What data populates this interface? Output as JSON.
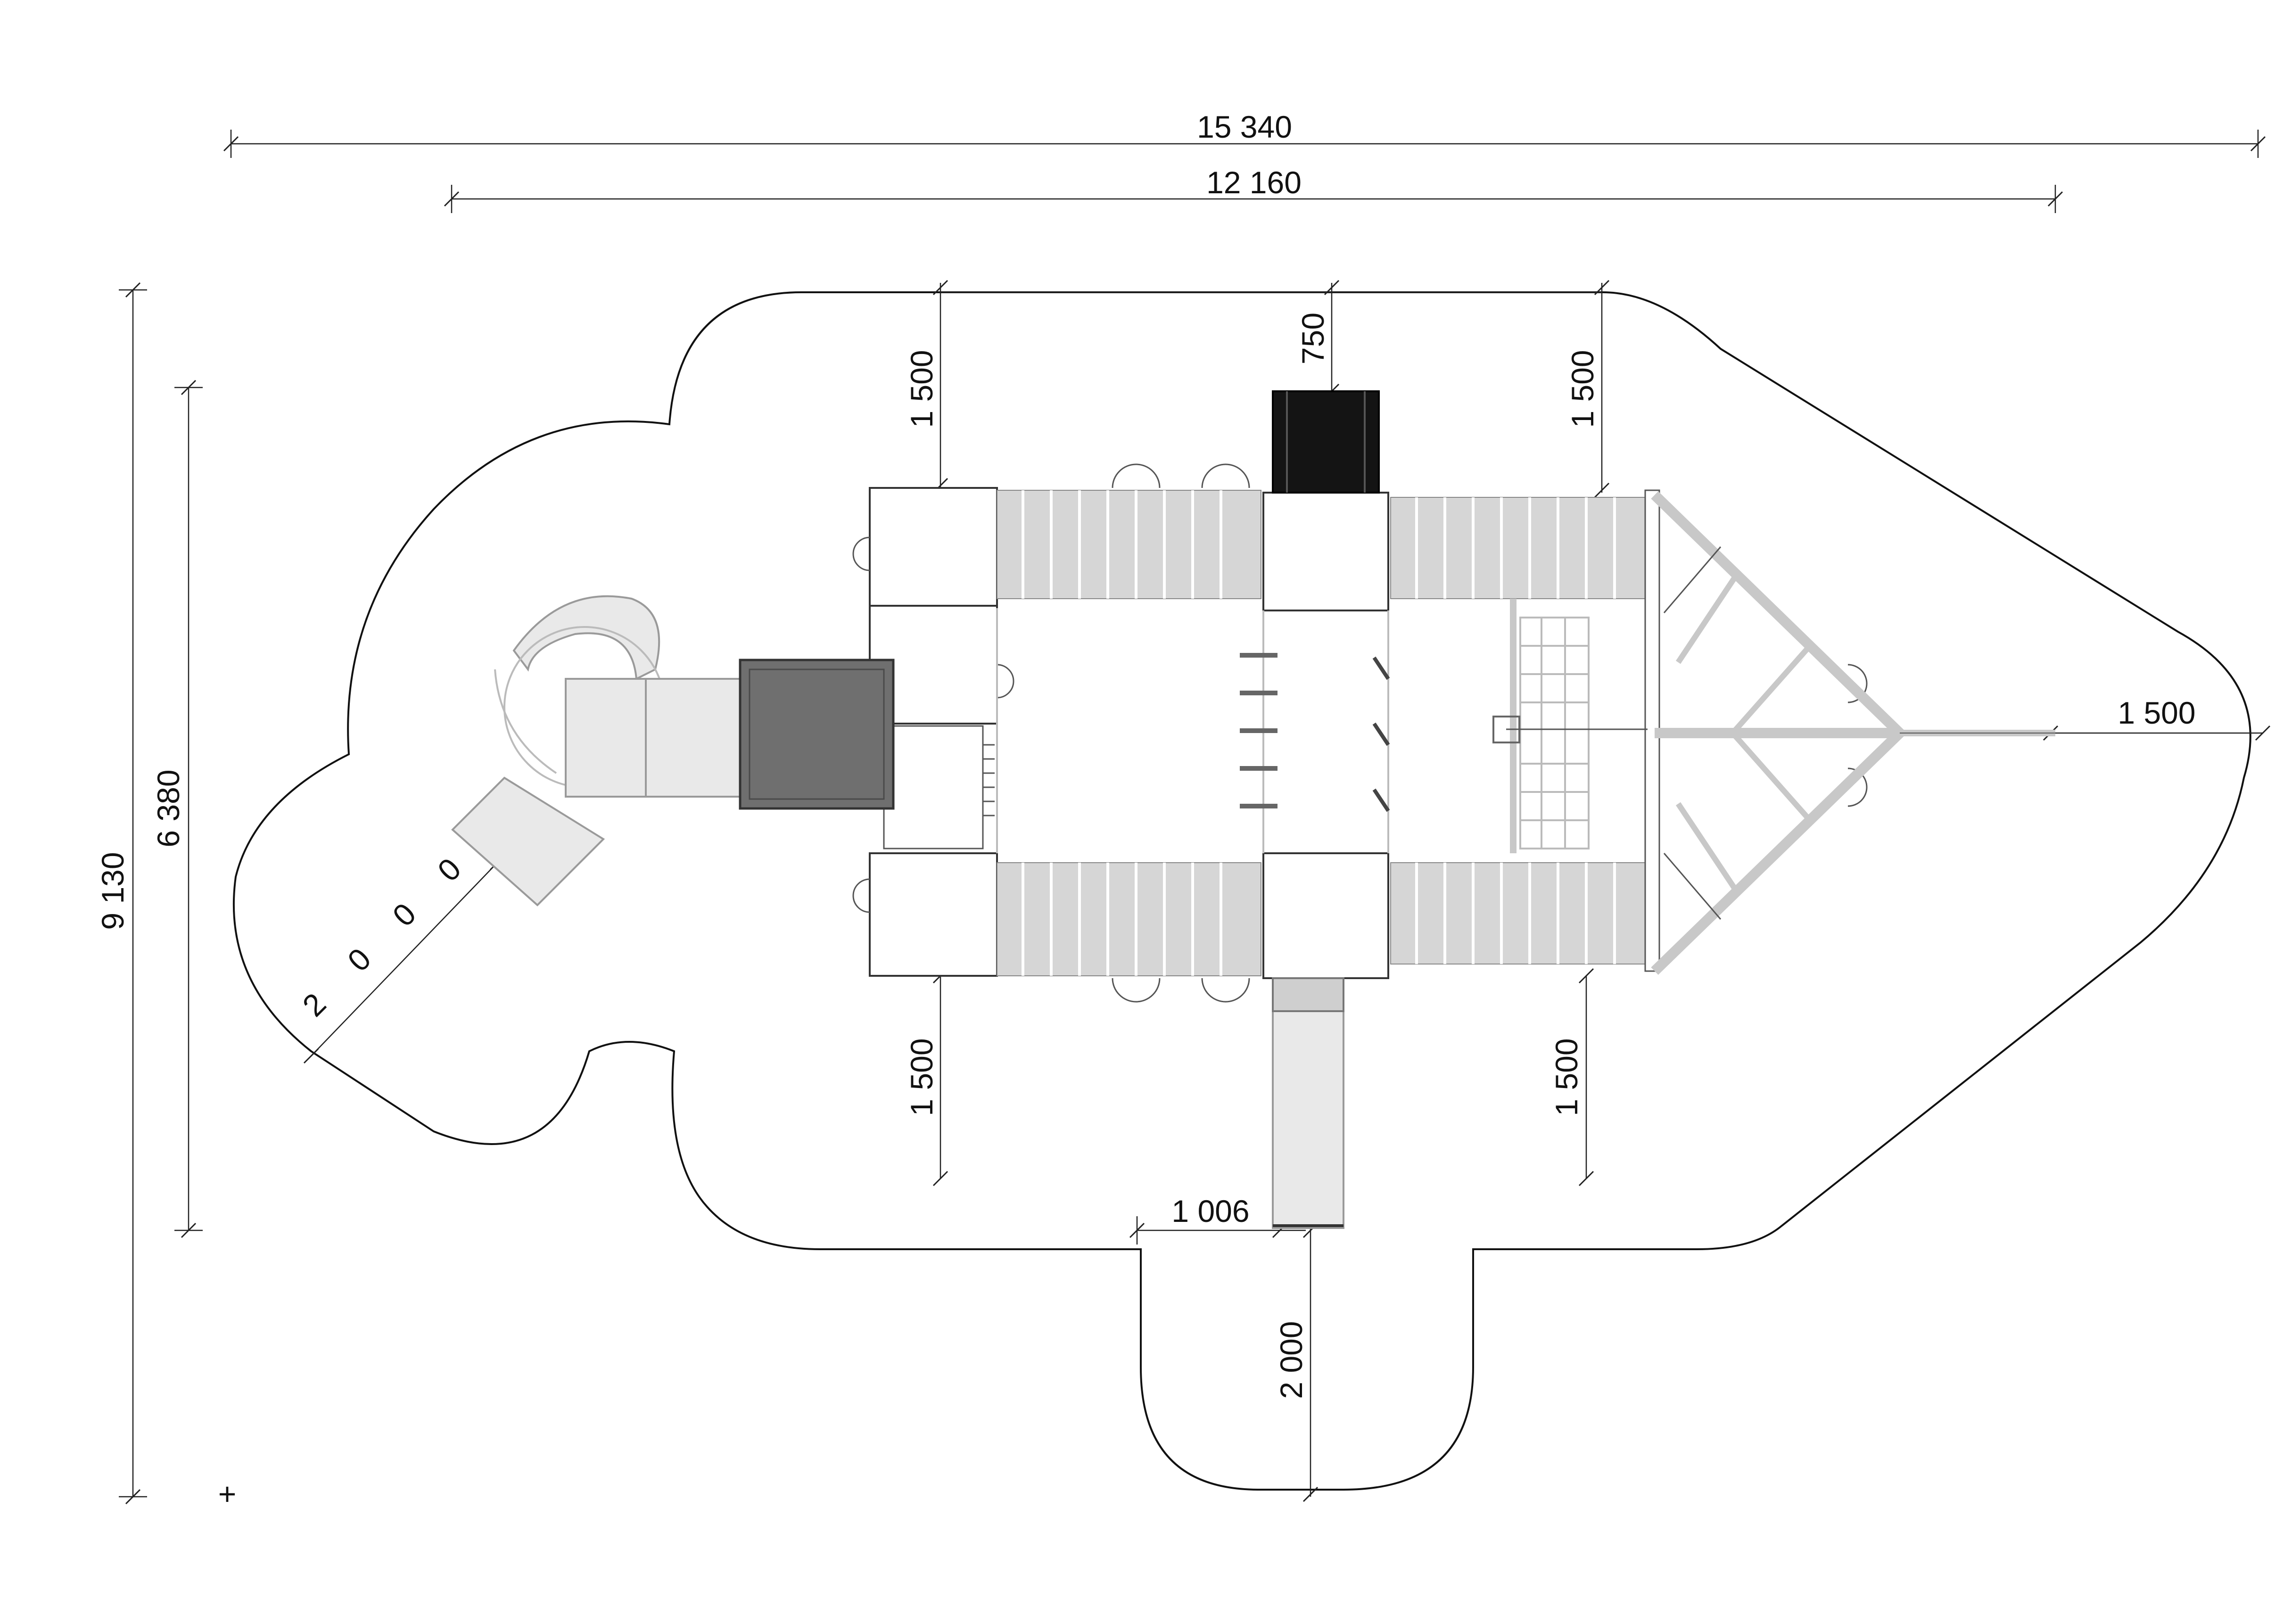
{
  "drawing": {
    "dimensions": {
      "overall_width": "15 340",
      "structure_width": "12 160",
      "overall_height": "9 130",
      "structure_height": "6 380",
      "top_left_clearance": "1 500",
      "roof_offset": "750",
      "top_right_clearance": "1 500",
      "right_clearance": "1 500",
      "bottom_left_clearance": "1 500",
      "bottom_right_clearance": "1 500",
      "slide_offset": "1 006",
      "slide_exit_clearance": "2 000",
      "spiral_slide_clearance": "2 0 0 0"
    },
    "symbols": {
      "origin_mark": "+"
    }
  }
}
